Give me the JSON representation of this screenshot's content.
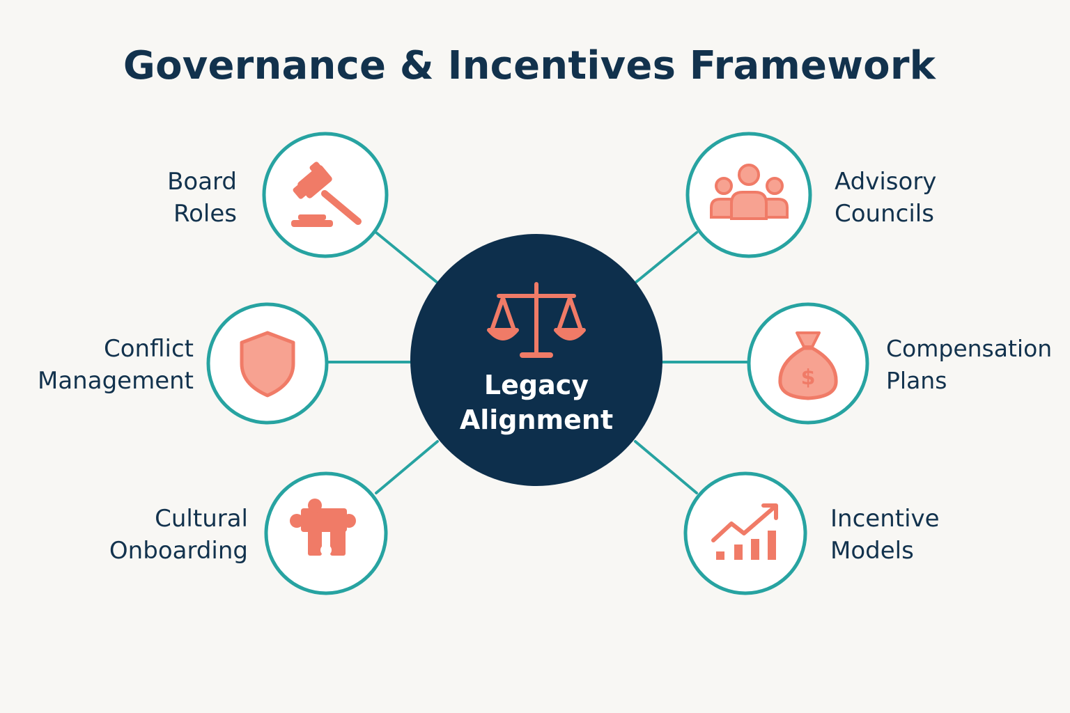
{
  "title": "Governance & Incentives Framework",
  "hub": {
    "line1": "Legacy",
    "line2": "Alignment",
    "icon": "balance-scale-icon"
  },
  "nodes": [
    {
      "id": "board-roles",
      "line1": "Board",
      "line2": "Roles",
      "icon": "gavel-icon"
    },
    {
      "id": "conflict-management",
      "line1": "Conflict",
      "line2": "Management",
      "icon": "shield-icon"
    },
    {
      "id": "cultural-onboarding",
      "line1": "Cultural",
      "line2": "Onboarding",
      "icon": "puzzle-piece-icon"
    },
    {
      "id": "advisory-councils",
      "line1": "Advisory",
      "line2": "Councils",
      "icon": "people-group-icon"
    },
    {
      "id": "compensation-plans",
      "line1": "Compensation",
      "line2": "Plans",
      "icon": "money-bag-icon"
    },
    {
      "id": "incentive-models",
      "line1": "Incentive",
      "line2": "Models",
      "icon": "growth-chart-icon"
    }
  ],
  "colors": {
    "background": "#f8f7f4",
    "title": "#12324d",
    "hub_fill": "#0d2f4c",
    "ring": "#27a3a1",
    "icon": "#f07b67",
    "icon_fill": "#f7a291"
  }
}
